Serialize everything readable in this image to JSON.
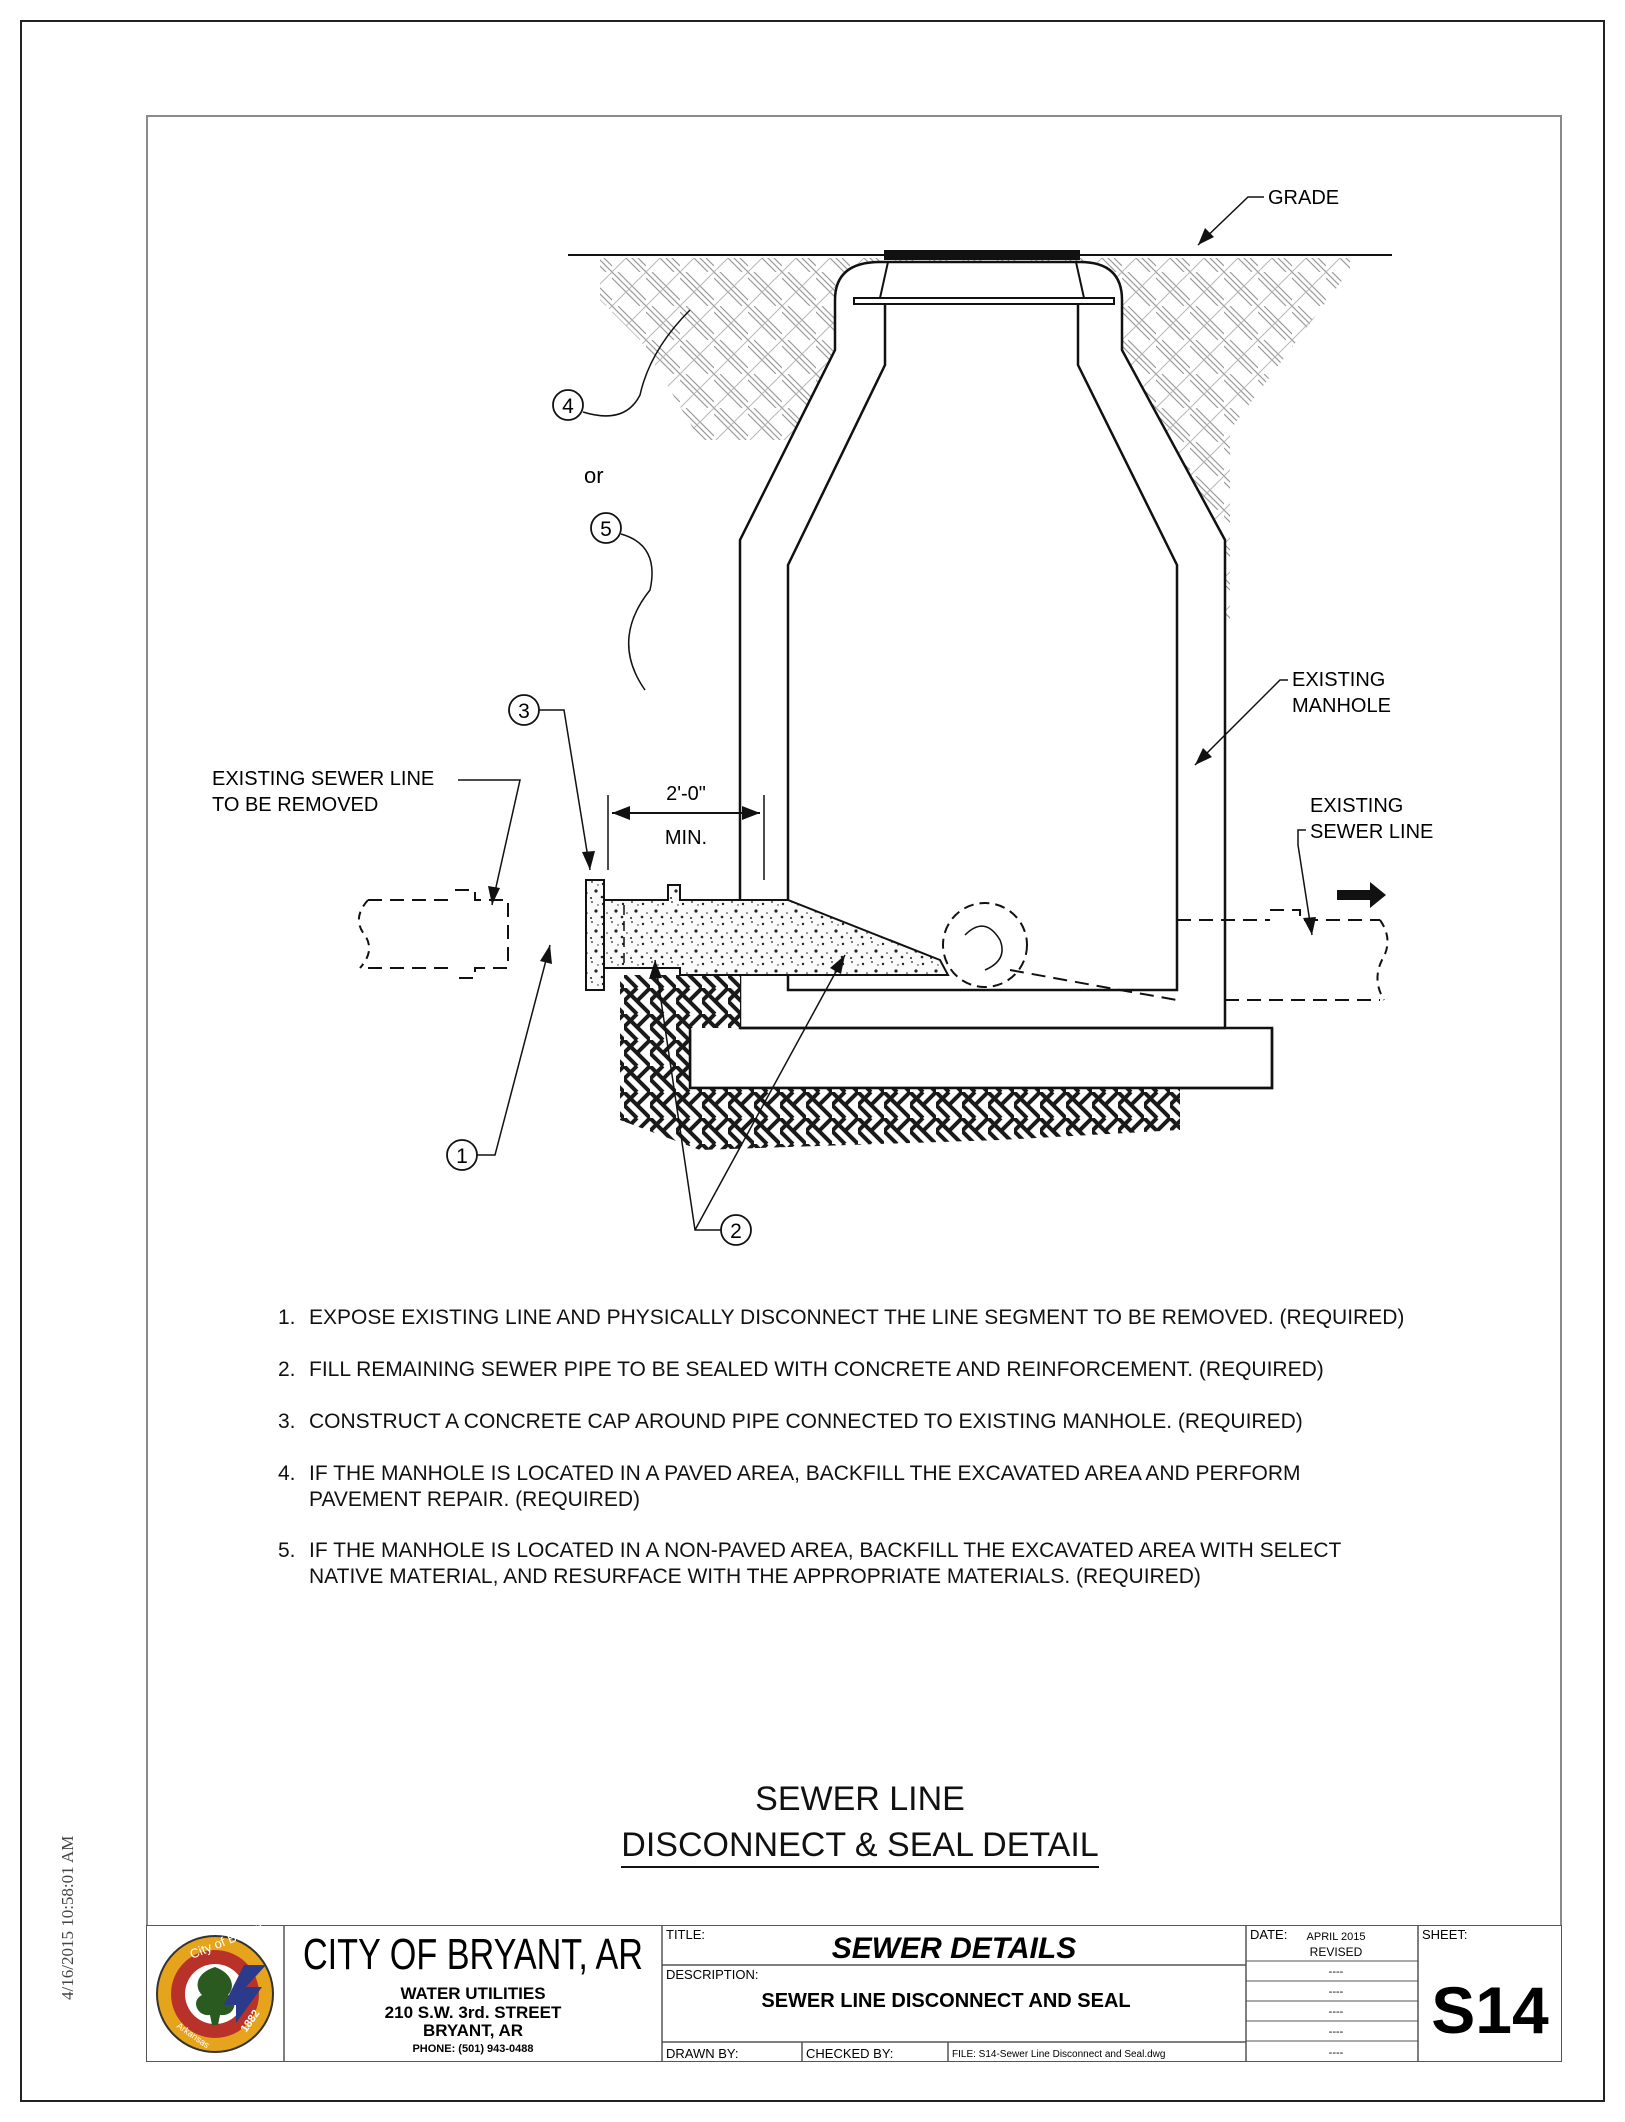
{
  "stamp": "4/16/2015 10:58:01 AM",
  "labels": {
    "grade": "GRADE",
    "existing_manhole": [
      "EXISTING",
      "MANHOLE"
    ],
    "existing_sewer_line": [
      "EXISTING",
      "SEWER LINE"
    ],
    "removed_line": [
      "EXISTING SEWER LINE",
      "TO BE REMOVED"
    ],
    "dimension": "2'-0\"",
    "dimension_min": "MIN.",
    "or": "or",
    "callouts": [
      "1",
      "2",
      "3",
      "4",
      "5"
    ]
  },
  "notes": [
    {
      "num": "1.",
      "text": "EXPOSE EXISTING LINE AND PHYSICALLY DISCONNECT THE LINE SEGMENT TO BE REMOVED. (REQUIRED)"
    },
    {
      "num": "2.",
      "text": "FILL REMAINING SEWER PIPE TO BE SEALED WITH CONCRETE AND REINFORCEMENT. (REQUIRED)"
    },
    {
      "num": "3.",
      "text": "CONSTRUCT A CONCRETE CAP AROUND PIPE CONNECTED TO EXISTING MANHOLE. (REQUIRED)"
    },
    {
      "num": "4.",
      "text": "IF THE MANHOLE IS LOCATED IN A PAVED AREA, BACKFILL THE EXCAVATED AREA AND PERFORM PAVEMENT REPAIR. (REQUIRED)"
    },
    {
      "num": "5.",
      "text": "IF THE MANHOLE IS LOCATED IN A NON-PAVED AREA, BACKFILL THE EXCAVATED AREA WITH SELECT NATIVE MATERIAL, AND RESURFACE WITH THE APPROPRIATE MATERIALS. (REQUIRED)"
    }
  ],
  "drawing_title": {
    "line1": "SEWER LINE",
    "line2": "DISCONNECT & SEAL DETAIL"
  },
  "title_block": {
    "seal": {
      "top": "City of Bryant",
      "side": "Arkansas",
      "year": "1882"
    },
    "city": "CITY OF BRYANT, AR",
    "dept": "WATER UTILITIES",
    "address": "210 S.W. 3rd. STREET",
    "city_state": "BRYANT, AR",
    "phone": "PHONE: (501) 943-0488",
    "title_label": "TITLE:",
    "title": "SEWER DETAILS",
    "description_label": "DESCRIPTION:",
    "description": "SEWER LINE DISCONNECT AND SEAL",
    "drawn_by": "DRAWN BY:",
    "checked_by": "CHECKED BY:",
    "file": "FILE: S14-Sewer Line Disconnect and Seal.dwg",
    "date_label": "DATE:",
    "date": "APRIL 2015",
    "revised": "REVISED",
    "revisions": [
      "----",
      "----",
      "----",
      "----",
      "----"
    ],
    "sheet_label": "SHEET:",
    "sheet": "S14"
  }
}
